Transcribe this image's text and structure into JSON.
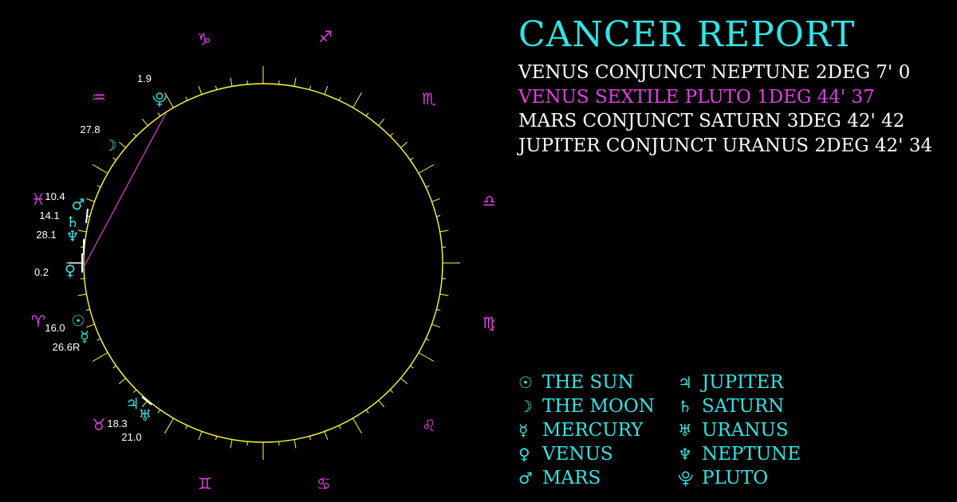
{
  "header": {
    "title": "CANCER REPORT"
  },
  "aspects": [
    {
      "text": "VENUS CONJUNCT NEPTUNE 2DEG 7' 0",
      "kind": "conjunct"
    },
    {
      "text": "VENUS SEXTILE PLUTO 1DEG 44' 37",
      "kind": "sextile"
    },
    {
      "text": "MARS CONJUNCT SATURN 3DEG 42' 42",
      "kind": "conjunct"
    },
    {
      "text": "JUPITER CONJUNCT URANUS 2DEG 42' 34",
      "kind": "conjunct"
    }
  ],
  "legend": [
    {
      "glyph": "☉",
      "label": "THE SUN",
      "icon": "sun-icon"
    },
    {
      "glyph": "☽",
      "label": "THE MOON",
      "icon": "moon-icon"
    },
    {
      "glyph": "☿",
      "label": "MERCURY",
      "icon": "mercury-icon"
    },
    {
      "glyph": "♀",
      "label": "VENUS",
      "icon": "venus-icon"
    },
    {
      "glyph": "♂",
      "label": "MARS",
      "icon": "mars-icon"
    },
    {
      "glyph": "♃",
      "label": "JUPITER",
      "icon": "jupiter-icon"
    },
    {
      "glyph": "♄",
      "label": "SATURN",
      "icon": "saturn-icon"
    },
    {
      "glyph": "♅",
      "label": "URANUS",
      "icon": "uranus-icon"
    },
    {
      "glyph": "♆",
      "label": "NEPTUNE",
      "icon": "neptune-icon"
    },
    {
      "glyph": "⯓",
      "label": "PLUTO",
      "icon": "pluto-icon"
    }
  ],
  "wheel": {
    "colors": {
      "ring": "#ffff33",
      "zodiac": "#e23fe0",
      "planet": "#2ee6e6",
      "degree": "#ffffff",
      "aspect_line": "#e23fe0"
    },
    "signs": [
      {
        "glyph": "♑",
        "icon": "capricorn-icon"
      },
      {
        "glyph": "♐",
        "icon": "sagittarius-icon"
      },
      {
        "glyph": "♏",
        "icon": "scorpio-icon"
      },
      {
        "glyph": "♎",
        "icon": "libra-icon"
      },
      {
        "glyph": "♍",
        "icon": "virgo-icon"
      },
      {
        "glyph": "♌",
        "icon": "leo-icon"
      },
      {
        "glyph": "♋",
        "icon": "cancer-icon"
      },
      {
        "glyph": "♊",
        "icon": "gemini-icon"
      },
      {
        "glyph": "♉",
        "icon": "taurus-icon"
      },
      {
        "glyph": "♈",
        "icon": "aries-icon"
      },
      {
        "glyph": "♓",
        "icon": "pisces-icon"
      },
      {
        "glyph": "♒",
        "icon": "aquarius-icon"
      }
    ],
    "planets": [
      {
        "glyph": "⯓",
        "degree": "1.9",
        "icon": "pluto-icon"
      },
      {
        "glyph": "☽",
        "degree": "27.8",
        "icon": "moon-icon"
      },
      {
        "glyph": "♂",
        "degree": "10.4",
        "icon": "mars-icon"
      },
      {
        "glyph": "♄",
        "degree": "14.1",
        "icon": "saturn-icon"
      },
      {
        "glyph": "♆",
        "degree": "28.1",
        "icon": "neptune-icon"
      },
      {
        "glyph": "♀",
        "degree": "0.2",
        "icon": "venus-icon"
      },
      {
        "glyph": "☉",
        "degree": "16.0",
        "icon": "sun-icon"
      },
      {
        "glyph": "☿",
        "degree": "26.6R",
        "icon": "mercury-icon"
      },
      {
        "glyph": "♃",
        "degree": "18.3",
        "icon": "jupiter-icon"
      },
      {
        "glyph": "♅",
        "degree": "21.0",
        "icon": "uranus-icon"
      }
    ]
  }
}
